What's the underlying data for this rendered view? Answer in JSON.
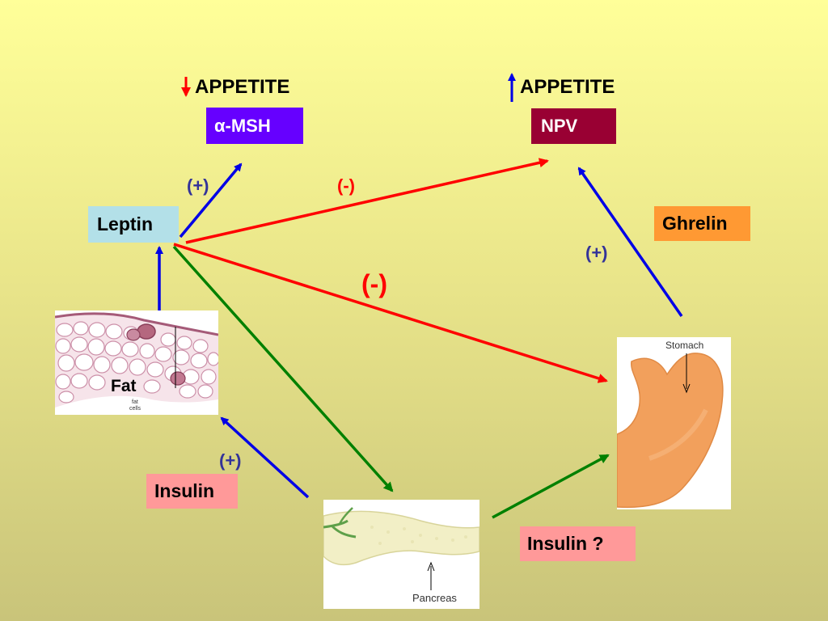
{
  "appetite_down": {
    "label": "APPETITE",
    "color": "#ff0000"
  },
  "appetite_up": {
    "label": "APPETITE",
    "color": "#0000ff"
  },
  "boxes": {
    "msh": {
      "label": "α-MSH",
      "bg": "#6600ff",
      "color": "#ffffff"
    },
    "npv": {
      "label": "NPV",
      "bg": "#990033",
      "color": "#ffffff"
    },
    "leptin": {
      "label": "Leptin",
      "bg": "#b3e0e8",
      "color": "#000000"
    },
    "ghrelin": {
      "label": "Ghrelin",
      "bg": "#ff9933",
      "color": "#000000"
    },
    "insulin": {
      "label": "Insulin",
      "bg": "#ff9999",
      "color": "#000000"
    },
    "insulin_q": {
      "label": "Insulin ?",
      "bg": "#ff9999",
      "color": "#000000"
    }
  },
  "signs": {
    "leptin_msh": "(+)",
    "leptin_npv": "(-)",
    "ghrelin_npv": "(+)",
    "leptin_stomach": "(-)",
    "insulin_fat": "(+)"
  },
  "images": {
    "fat": {
      "label": "Fat",
      "caption_line1": "fat",
      "caption_line2": "cells"
    },
    "stomach": {
      "caption": "Stomach"
    },
    "pancreas": {
      "caption": "Pancreas"
    }
  },
  "colors": {
    "positive": "#0000e6",
    "negative": "#ff0000",
    "green": "#008000",
    "sign_blue": "#333399",
    "sign_red": "#ff0000"
  }
}
